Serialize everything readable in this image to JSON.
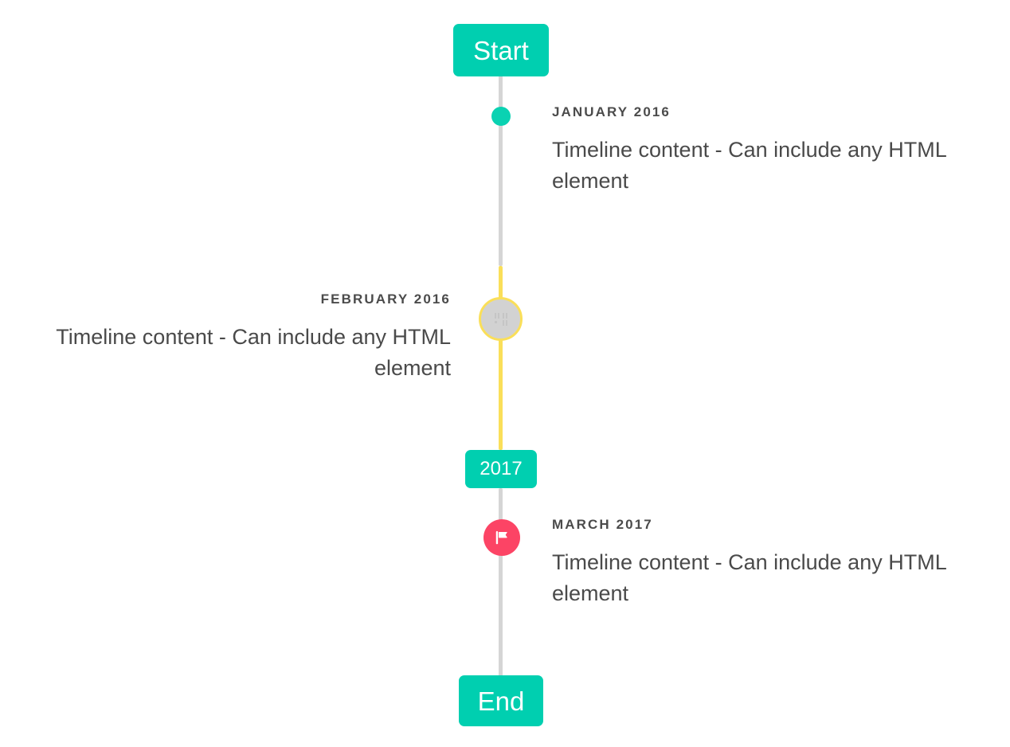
{
  "timeline": {
    "start_badge": {
      "label": "Start",
      "color": "#00cfb0"
    },
    "year_badge": {
      "label": "2017",
      "color": "#00cfb0"
    },
    "end_badge": {
      "label": "End",
      "color": "#00cfb0"
    },
    "line_colors": {
      "default": "#d5d5d5",
      "highlight": "#fadf59"
    },
    "events": [
      {
        "date": "January 2016",
        "body": "Timeline content - Can include any HTML element",
        "side": "right",
        "marker": {
          "icon": "filled-dot-icon",
          "color": "#0ad2b2"
        }
      },
      {
        "date": "February 2016",
        "body": "Timeline content - Can include any HTML element",
        "side": "left",
        "marker": {
          "icon": "broken-image-icon",
          "color": "#d2d2d2",
          "border_color": "#fadf59"
        }
      },
      {
        "date": "March 2017",
        "body": "Timeline content - Can include any HTML element",
        "side": "right",
        "marker": {
          "icon": "flag-icon",
          "color": "#fc4465"
        }
      }
    ]
  }
}
